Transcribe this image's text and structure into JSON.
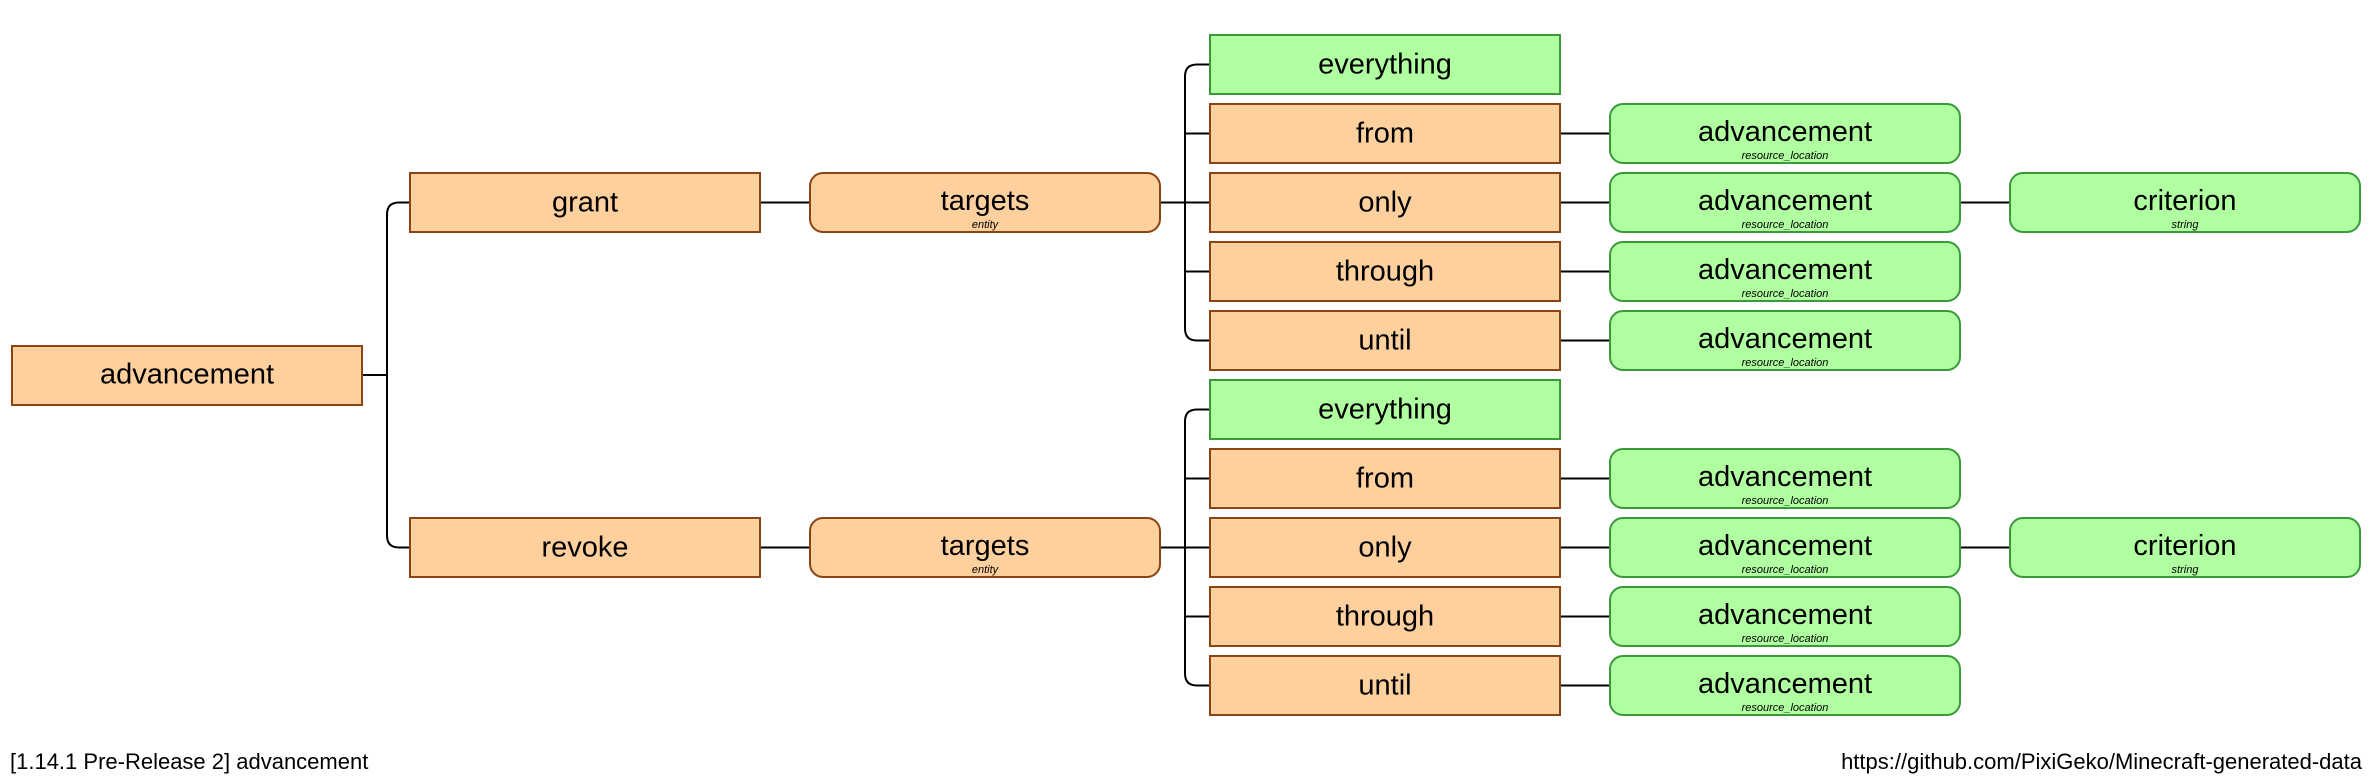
{
  "footer": {
    "version_title": "[1.14.1 Pre-Release 2] advancement",
    "source_url": "https://github.com/PixiGeko/Minecraft-generated-data"
  },
  "colors": {
    "literal_fill": "#fed09e",
    "literal_border": "#8b4513",
    "argument_fill": "#b0ffa0",
    "argument_border": "#3a9a3a",
    "connector": "#000000"
  },
  "tree": {
    "label": "advancement",
    "kind": "literal",
    "children": [
      {
        "label": "grant",
        "kind": "literal",
        "children": [
          {
            "label": "targets",
            "type": "entity",
            "kind": "argument-literal",
            "children": [
              {
                "label": "everything",
                "kind": "argument-square"
              },
              {
                "label": "from",
                "kind": "literal",
                "children": [
                  {
                    "label": "advancement",
                    "type": "resource_location",
                    "kind": "argument"
                  }
                ]
              },
              {
                "label": "only",
                "kind": "literal",
                "children": [
                  {
                    "label": "advancement",
                    "type": "resource_location",
                    "kind": "argument",
                    "children": [
                      {
                        "label": "criterion",
                        "type": "string",
                        "kind": "argument"
                      }
                    ]
                  }
                ]
              },
              {
                "label": "through",
                "kind": "literal",
                "children": [
                  {
                    "label": "advancement",
                    "type": "resource_location",
                    "kind": "argument"
                  }
                ]
              },
              {
                "label": "until",
                "kind": "literal",
                "children": [
                  {
                    "label": "advancement",
                    "type": "resource_location",
                    "kind": "argument"
                  }
                ]
              }
            ]
          }
        ]
      },
      {
        "label": "revoke",
        "kind": "literal",
        "children": [
          {
            "label": "targets",
            "type": "entity",
            "kind": "argument-literal",
            "children": [
              {
                "label": "everything",
                "kind": "argument-square"
              },
              {
                "label": "from",
                "kind": "literal",
                "children": [
                  {
                    "label": "advancement",
                    "type": "resource_location",
                    "kind": "argument"
                  }
                ]
              },
              {
                "label": "only",
                "kind": "literal",
                "children": [
                  {
                    "label": "advancement",
                    "type": "resource_location",
                    "kind": "argument",
                    "children": [
                      {
                        "label": "criterion",
                        "type": "string",
                        "kind": "argument"
                      }
                    ]
                  }
                ]
              },
              {
                "label": "through",
                "kind": "literal",
                "children": [
                  {
                    "label": "advancement",
                    "type": "resource_location",
                    "kind": "argument"
                  }
                ]
              },
              {
                "label": "until",
                "kind": "literal",
                "children": [
                  {
                    "label": "advancement",
                    "type": "resource_location",
                    "kind": "argument"
                  }
                ]
              }
            ]
          }
        ]
      }
    ]
  }
}
